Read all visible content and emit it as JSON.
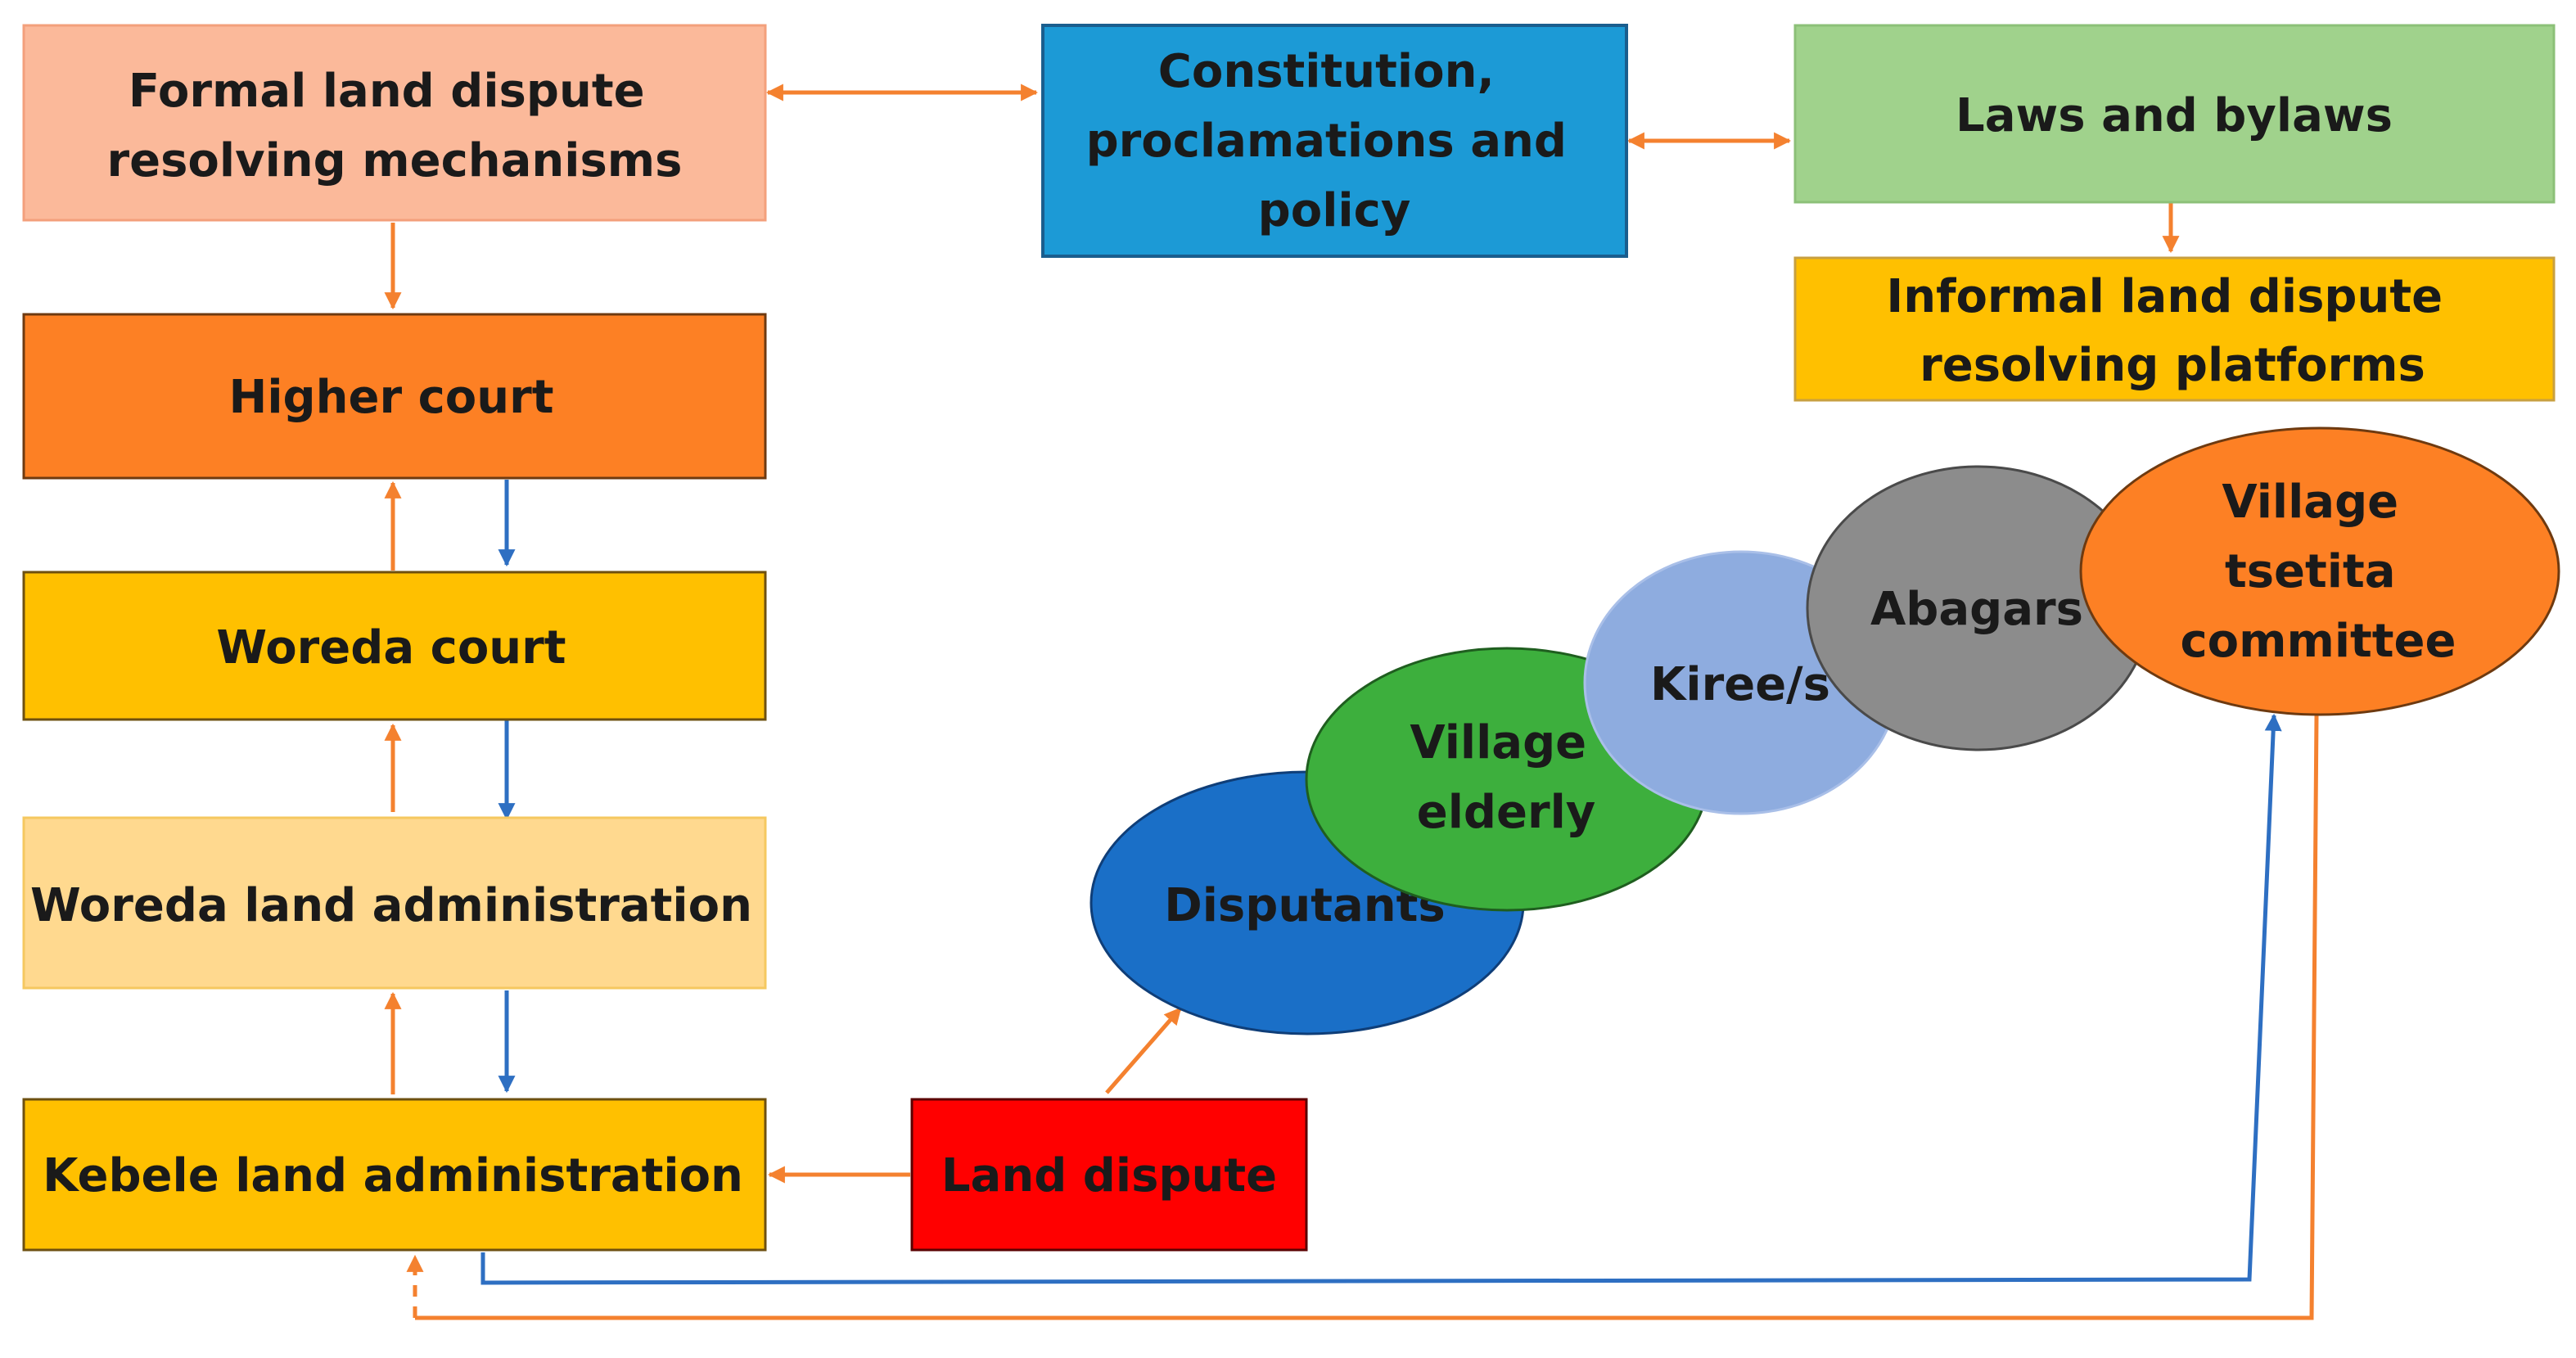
{
  "colors": {
    "orange_arrow": "#F4812F",
    "blue_arrow": "#2E6FC2",
    "formal": "#FBB99A",
    "constitution": "#1C9AD6",
    "laws": "#A0D28C",
    "informal": "#FFC000",
    "higher_court": "#FD8024",
    "woreda_court": "#FFC000",
    "woreda_land": "#FFD98F",
    "kebele": "#FFC000",
    "land_dispute": "#FF0000",
    "disputants": "#1A6FC7",
    "village_elderly": "#3DAF3D",
    "kiree": "#8EACDF",
    "abagars": "#8C8C8C",
    "village_tsetita": "#FD8024"
  },
  "boxes": {
    "formal": {
      "lines": [
        "Formal land dispute",
        "resolving mechanisms"
      ]
    },
    "constitution": {
      "lines": [
        "Constitution,",
        "proclamations and",
        "policy"
      ]
    },
    "laws": {
      "lines": [
        "Laws and bylaws"
      ]
    },
    "informal": {
      "lines": [
        "Informal land dispute",
        "resolving platforms"
      ]
    },
    "higher_court": {
      "lines": [
        "Higher court"
      ]
    },
    "woreda_court": {
      "lines": [
        "Woreda court"
      ]
    },
    "woreda_land": {
      "lines": [
        "Woreda land administration"
      ]
    },
    "kebele": {
      "lines": [
        "Kebele land administration"
      ]
    },
    "land_dispute": {
      "lines": [
        "Land dispute"
      ]
    }
  },
  "ellipses": {
    "disputants": {
      "lines": [
        "Disputants"
      ]
    },
    "village_elderly": {
      "lines": [
        "Village",
        "elderly"
      ]
    },
    "kiree": {
      "lines": [
        "Kiree/s"
      ]
    },
    "abagars": {
      "lines": [
        "Abagars"
      ]
    },
    "village_tsetita": {
      "lines": [
        "Village",
        "tsetita",
        "committee"
      ]
    }
  }
}
